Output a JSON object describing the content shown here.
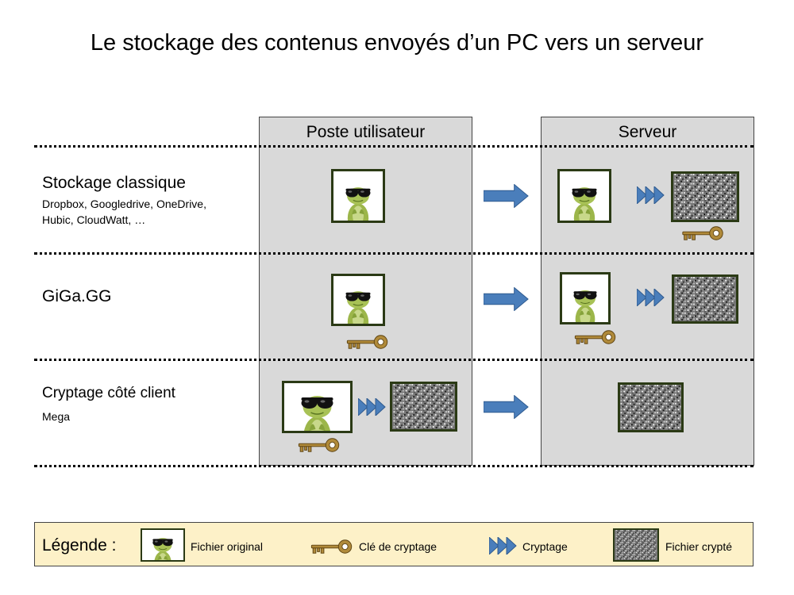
{
  "title": "Le stockage des contenus envoyés d’un PC vers un serveur",
  "columns": {
    "user": "Poste utilisateur",
    "server": "Serveur"
  },
  "rows": [
    {
      "title": "Stockage classique",
      "subtitle_line1": "Dropbox, Googledrive, OneDrive,",
      "subtitle_line2": "Hubic, CloudWatt, …"
    },
    {
      "title": "GiGa.GG"
    },
    {
      "title": "Cryptage côté client",
      "subtitle_line1": "Mega"
    }
  ],
  "legend": {
    "title": "Légende :",
    "original_file": "Fichier original",
    "key": "Clé de cryptage",
    "encryption": "Cryptage",
    "encrypted_file": "Fichier crypté"
  },
  "colors": {
    "column_bg": "#d9d9d9",
    "arrow_blue": "#4a7ebb",
    "frame": "#2b3a15",
    "legend_bg": "#fdf1c8",
    "key_gold": "#b08a3a"
  },
  "icons": [
    "frog-sunglasses-icon",
    "key-icon",
    "triple-chevron-icon",
    "noise-image-icon",
    "arrow-right-icon"
  ]
}
